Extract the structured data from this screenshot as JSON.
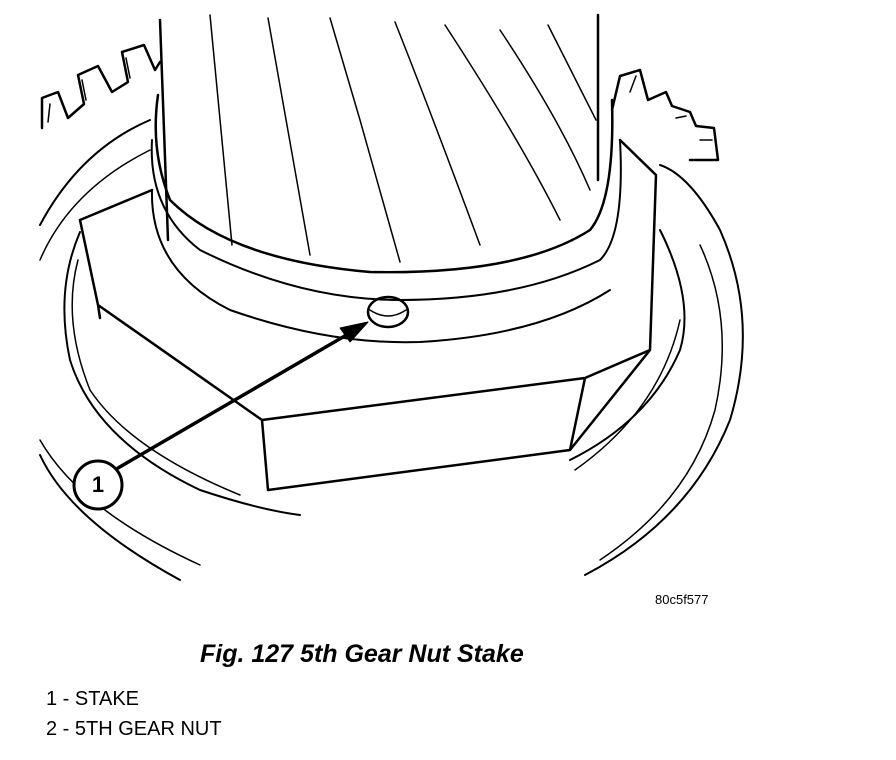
{
  "figure": {
    "callouts": [
      {
        "number": "1"
      }
    ],
    "code": "80c5f577"
  },
  "caption": "Fig. 127 5th Gear Nut Stake",
  "legend": [
    {
      "number": "1",
      "label": "STAKE"
    },
    {
      "number": "2",
      "label": "5TH GEAR NUT"
    }
  ]
}
